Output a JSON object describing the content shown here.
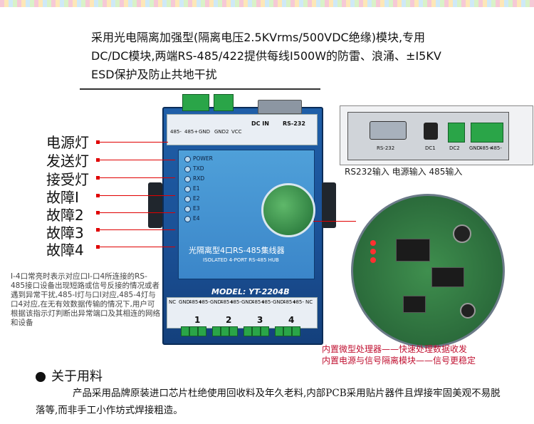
{
  "intro_text": "采用光电隔离加强型(隔离电压2.5KVrms/500VDC绝缘)模块,专用DC/DC模块,两端RS-485/422提供每线I500W的防雷、浪涌、±I5KV ESD保护及防止共地干扰",
  "device": {
    "top_labels": [
      "485-",
      "485+",
      "GND",
      "GND2",
      "VCC",
      "DC IN",
      "RS-232"
    ],
    "led_labels": [
      "POWER",
      "TXD",
      "RXD",
      "E1",
      "E2",
      "E3",
      "E4"
    ],
    "title_cn": "光隔离型4口RS-485集线器",
    "title_en": "ISOLATED 4-PORT RS-485 HUB",
    "model": "MODEL: YT-2204B",
    "bottom_labels": [
      "NC",
      "GND",
      "485+",
      "485-",
      "GND",
      "485+",
      "485-",
      "GND",
      "485+",
      "485-",
      "GND",
      "485+",
      "485-",
      "NC"
    ],
    "port_numbers": [
      "1",
      "2",
      "3",
      "4"
    ]
  },
  "function_labels": [
    "电源灯",
    "发送灯",
    "接受灯",
    "故障I",
    "故障2",
    "故障3",
    "故障4"
  ],
  "note_text": "I-4口常亮时表示对应口I-口4所连接的RS-485接口设备出现短路或信号反接的情况或者遇到异常干扰,485-I灯与口I对应,485-4灯与口4对应,在无有效数据传输的情况下,用户可根据该指示灯判断出异常端口及其相连的网络和设备",
  "rear_photo": {
    "labels": [
      "RS-232",
      "DC1",
      "DC2",
      "GND",
      "485+",
      "485-"
    ],
    "caption": "RS232输入 电源输入 485输入"
  },
  "pcb_note": [
    "内置微型处理器——快速处理数据收发",
    "内置电源与信号隔离模块——信号更稳定"
  ],
  "section": {
    "title": "关于用料",
    "text": "产品采用品牌原装进口芯片杜绝使用回收料及年久老料,内部PCB采用贴片器件且焊接牢固美观不易脱落等,而非手工小作坊式焊接粗造。"
  },
  "colors": {
    "device_blue": "#1f5fa8",
    "accent_red": "#e00000",
    "pcb_green": "#2b6b3b"
  }
}
